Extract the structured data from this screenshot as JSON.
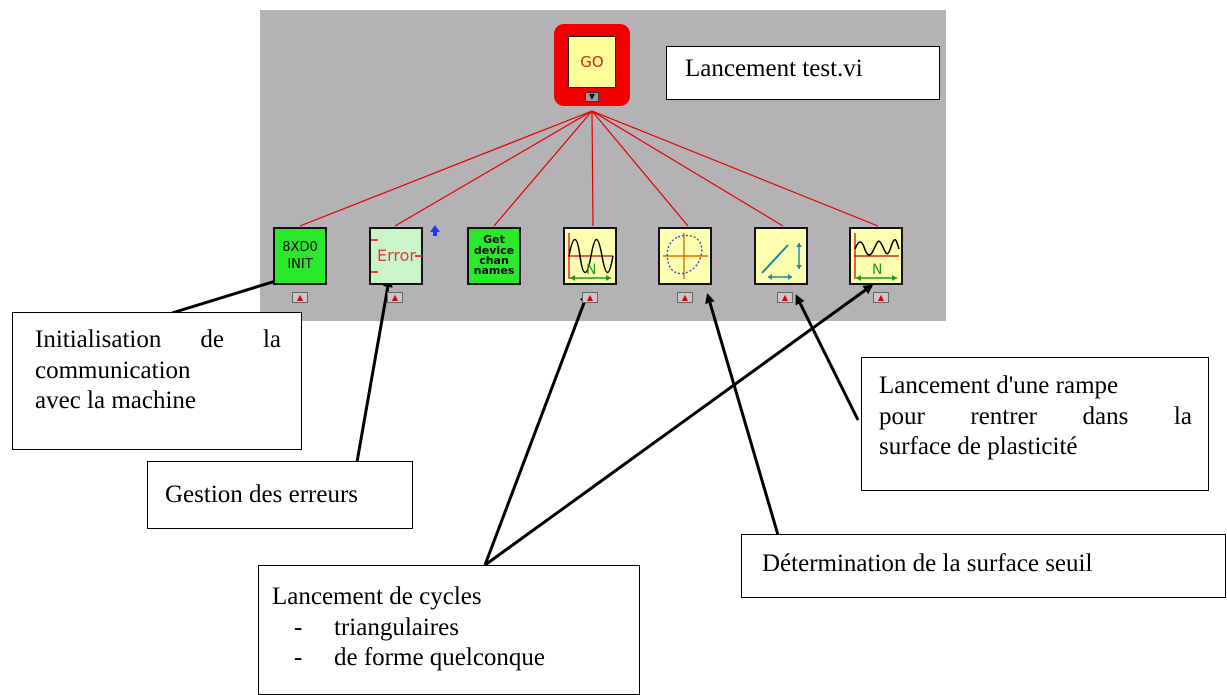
{
  "top_node": {
    "label": "GO",
    "terminal_glyph": "▼"
  },
  "sub_nodes": [
    {
      "id": "init",
      "lines": [
        "8XD0",
        "INIT"
      ],
      "color": "#2ae82a"
    },
    {
      "id": "error",
      "text": "Error",
      "color": "#c9f5c9",
      "badge": "arrow-up-icon"
    },
    {
      "id": "get-device",
      "lines": [
        "Get",
        "device",
        "chan",
        "names"
      ],
      "color": "#2ae82a"
    },
    {
      "id": "cycles-triangular",
      "icon": "sine-wave-icon",
      "letter": "N",
      "color": "#ffffb0"
    },
    {
      "id": "yield-surface",
      "icon": "yield-surface-icon",
      "color": "#ffffb0"
    },
    {
      "id": "ramp",
      "icon": "ramp-icon",
      "color": "#ffffb0"
    },
    {
      "id": "cycles-arbitrary",
      "icon": "arbitrary-wave-icon",
      "letter": "N",
      "color": "#ffffb0"
    }
  ],
  "terminal_glyph": "▲",
  "callouts": {
    "title": "Lancement test.vi",
    "init": [
      "Initialisation de la",
      "communication",
      "avec la machine"
    ],
    "errors": "Gestion des erreurs",
    "cycles": {
      "heading": "Lancement de cycles",
      "items": [
        "triangulaires",
        "de forme quelconque"
      ]
    },
    "seuil": "Détermination de la surface seuil",
    "rampe": [
      "Lancement d'une rampe",
      "pour rentrer dans la",
      "surface de plasticité"
    ]
  },
  "colors": {
    "wire": "#e00000",
    "panel": "#b4b2b4",
    "go_frame": "#f20000"
  }
}
